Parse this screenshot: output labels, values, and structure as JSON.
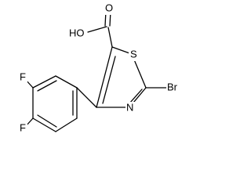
{
  "molecule": {
    "atoms": {
      "hydroxyl": "HO",
      "carbonyl_oxygen": "O",
      "sulfur": "S",
      "nitrogen": "N",
      "bromine": "Br",
      "fluorine_top": "F",
      "fluorine_bottom": "F"
    }
  }
}
